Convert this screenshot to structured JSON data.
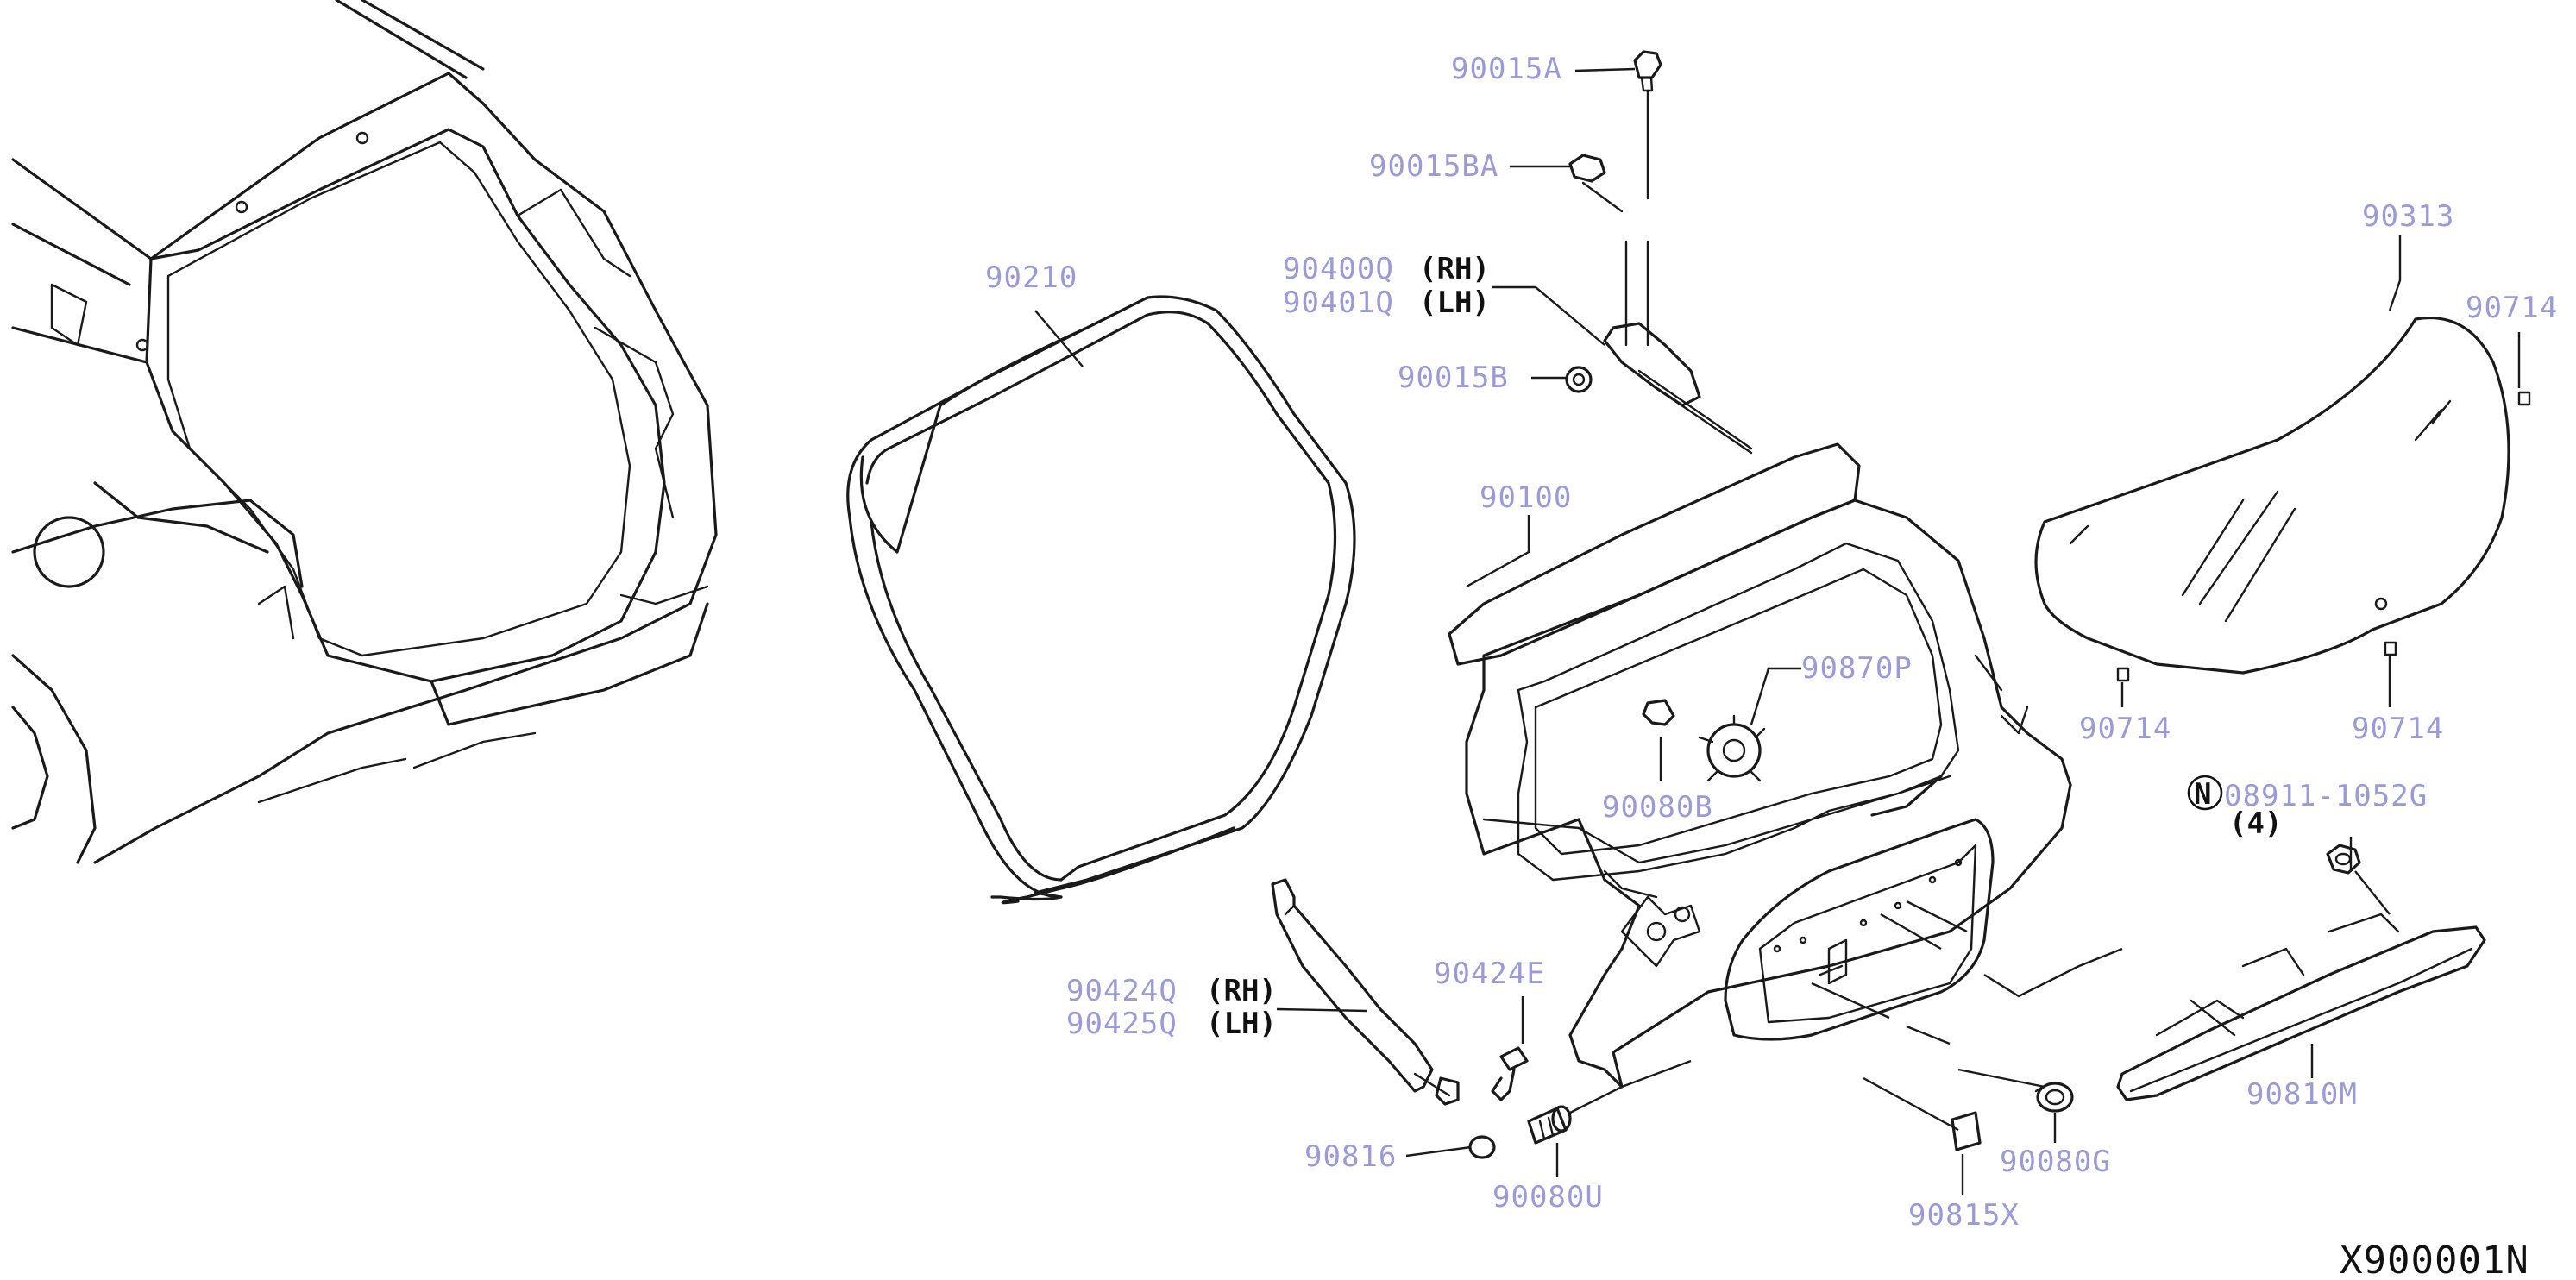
{
  "colors": {
    "line": "#1a1a1a",
    "part_number": "#9a9ad6",
    "side_label": "#111111",
    "background": "#ffffff"
  },
  "callouts": [
    {
      "id": "c1",
      "number": "90015A",
      "side": ""
    },
    {
      "id": "c2",
      "number": "90015BA",
      "side": ""
    },
    {
      "id": "c3",
      "number": "90400Q",
      "side": "(RH)"
    },
    {
      "id": "c4",
      "number": "90401Q",
      "side": "(LH)"
    },
    {
      "id": "c5",
      "number": "90015B",
      "side": ""
    },
    {
      "id": "c6",
      "number": "90210",
      "side": ""
    },
    {
      "id": "c7",
      "number": "90100",
      "side": ""
    },
    {
      "id": "c8",
      "number": "90870P",
      "side": ""
    },
    {
      "id": "c9",
      "number": "90080B",
      "side": ""
    },
    {
      "id": "c10",
      "number": "90313",
      "side": ""
    },
    {
      "id": "c11",
      "number": "90714",
      "side": ""
    },
    {
      "id": "c12",
      "number": "90714",
      "side": ""
    },
    {
      "id": "c13",
      "number": "90714",
      "side": ""
    },
    {
      "id": "c14",
      "number": "08911-1052G",
      "side": ""
    },
    {
      "id": "c15",
      "number": "(4)",
      "side": ""
    },
    {
      "id": "c16",
      "number": "90424Q",
      "side": "(RH)"
    },
    {
      "id": "c17",
      "number": "90425Q",
      "side": "(LH)"
    },
    {
      "id": "c18",
      "number": "90424E",
      "side": ""
    },
    {
      "id": "c19",
      "number": "90816",
      "side": ""
    },
    {
      "id": "c20",
      "number": "90080U",
      "side": ""
    },
    {
      "id": "c21",
      "number": "90815X",
      "side": ""
    },
    {
      "id": "c22",
      "number": "90080G",
      "side": ""
    },
    {
      "id": "c23",
      "number": "90810M",
      "side": ""
    }
  ],
  "nut_symbol": "N",
  "diagram_code": "X900001N"
}
